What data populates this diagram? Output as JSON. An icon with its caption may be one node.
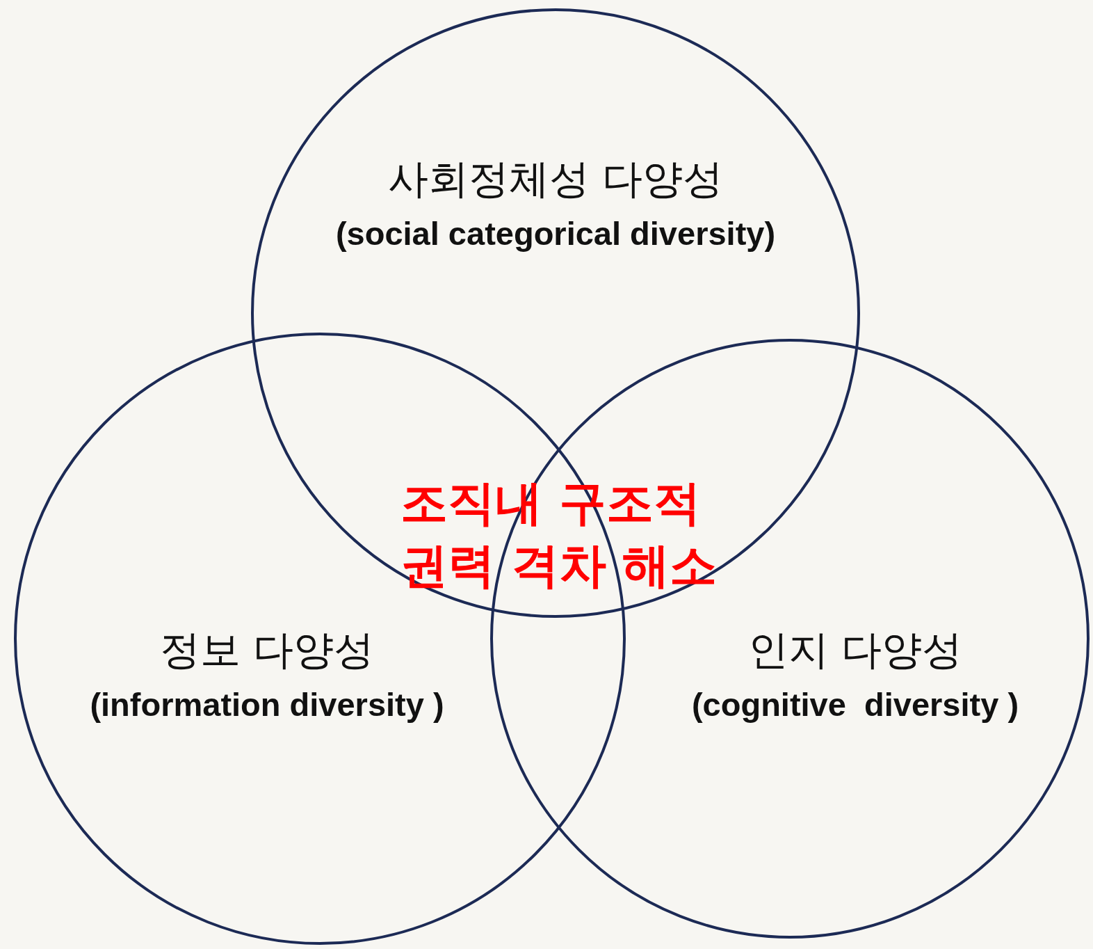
{
  "diagram": {
    "nodes": [
      {
        "text": [
          "사회정체성 다양성",
          "(social categorical diversity)"
        ]
      },
      {
        "text": [
          "정보 다양성",
          "(information diversity )"
        ]
      },
      {
        "text": [
          "인지 다양성",
          "(cognitive  diversity )"
        ]
      }
    ],
    "labels": [
      "조직내 구조적 권력 격차 해소"
    ]
  }
}
